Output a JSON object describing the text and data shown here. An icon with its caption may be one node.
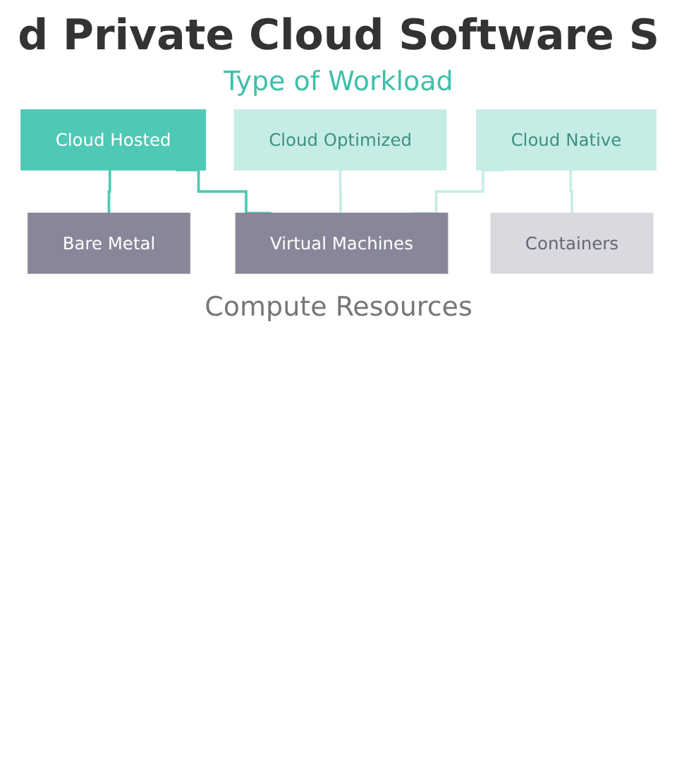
{
  "diagram": {
    "title": "d Private Cloud Software S",
    "nodes": [
      {
        "text": [
          "Cloud Hosted"
        ]
      },
      {
        "text": [
          "Cloud Optimized"
        ]
      },
      {
        "text": [
          "Cloud Native"
        ]
      },
      {
        "text": [
          "Bare Metal"
        ]
      },
      {
        "text": [
          "Virtual Machines"
        ]
      },
      {
        "text": [
          "Containers"
        ]
      }
    ],
    "edges": [
      {
        "from": 0,
        "to": 3,
        "arrow": "none",
        "color": "#4ec9b5"
      },
      {
        "from": 0,
        "to": 4,
        "arrow": "none",
        "color": "#4ec9b5"
      },
      {
        "from": 1,
        "to": 4,
        "arrow": "none"
      },
      {
        "from": 2,
        "to": 4,
        "arrow": "none"
      },
      {
        "from": 2,
        "to": 5,
        "arrow": "none"
      }
    ],
    "labels": [
      "Type of Workload",
      "Compute Resources"
    ]
  }
}
